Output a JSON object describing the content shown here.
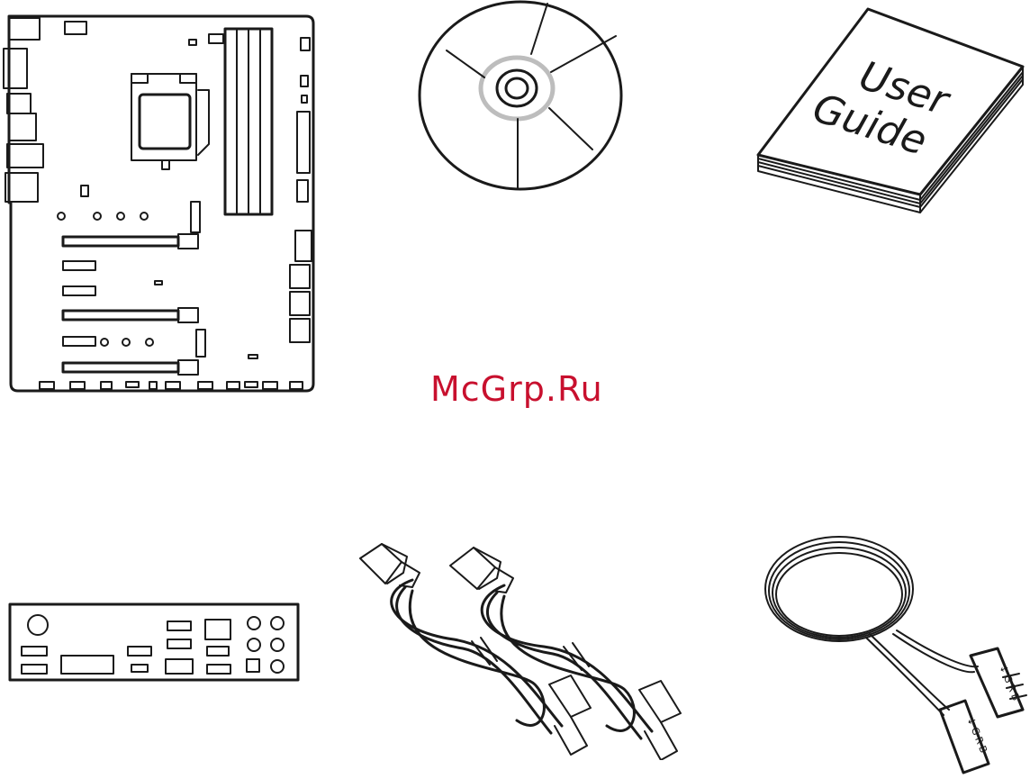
{
  "watermark": {
    "text": "McGrp.Ru",
    "color": "#c8102e"
  },
  "manual": {
    "title_line1": "User",
    "title_line2": "Guide"
  },
  "rgb_cable": {
    "connector_label_1": "↓GRB",
    "connector_label_2": "↓GRB"
  },
  "items": [
    {
      "name": "motherboard",
      "icon": "motherboard-icon"
    },
    {
      "name": "driver-disc",
      "icon": "disc-icon"
    },
    {
      "name": "user-guide",
      "icon": "book-icon"
    },
    {
      "name": "io-shield",
      "icon": "io-shield-icon"
    },
    {
      "name": "sata-cables",
      "icon": "sata-cable-icon"
    },
    {
      "name": "rgb-extension-cable",
      "icon": "rgb-cable-icon"
    }
  ]
}
